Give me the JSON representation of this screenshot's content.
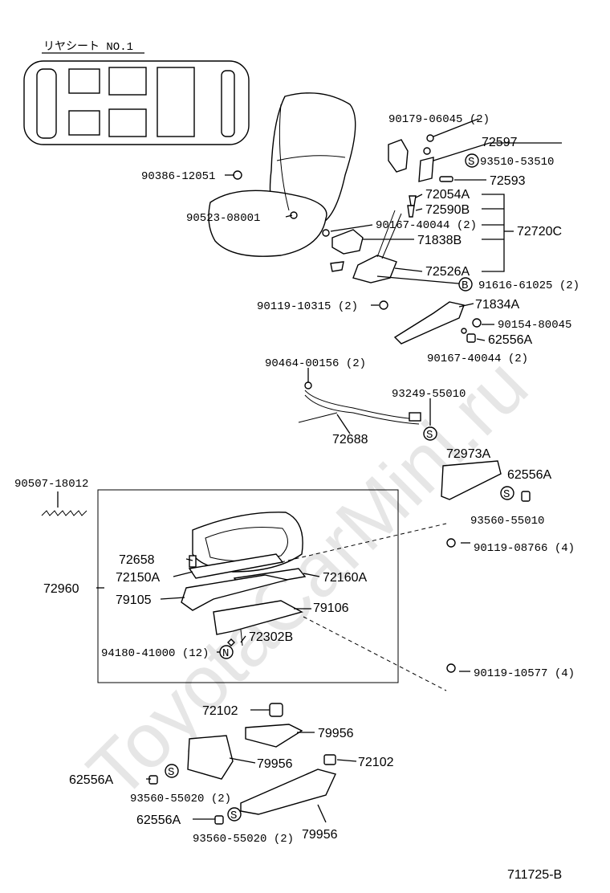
{
  "watermark": "ToyotaCarMini.ru",
  "figure_code": "711725-B",
  "seat_map_title": "リヤシート NO.1",
  "callouts": {
    "c90179": "90179-06045 (2)",
    "c72597": "72597",
    "c93510": "93510-53510",
    "c72593": "72593",
    "c90386": "90386-12051",
    "c72054A": "72054A",
    "c72590B": "72590B",
    "c90523": "90523-08001",
    "c90167a": "90167-40044 (2)",
    "c72720C": "72720C",
    "c71838B": "71838B",
    "c72526A": "72526A",
    "c91616": "91616-61025 (2)",
    "c90119a": "90119-10315 (2)",
    "c71834A": "71834A",
    "c90154": "90154-80045",
    "c62556A_1": "62556A",
    "c90167b": "90167-40044 (2)",
    "c90464": "90464-00156 (2)",
    "c93249": "93249-55010",
    "c72688": "72688",
    "c72973A": "72973A",
    "c62556A_2": "62556A",
    "c90507": "90507-18012",
    "c93560a": "93560-55010",
    "c90119b": "90119-08766 (4)",
    "c72658": "72658",
    "c72150A": "72150A",
    "c72160A": "72160A",
    "c72960": "72960",
    "c79105": "79105",
    "c79106": "79106",
    "c72302B": "72302B",
    "c94180": "94180-41000 (12)",
    "c90119c": "90119-10577 (4)",
    "c72102a": "72102",
    "c79956a": "79956",
    "c79956b": "79956",
    "c72102b": "72102",
    "c62556A_3": "62556A",
    "c93560b": "93560-55020 (2)",
    "c62556A_4": "62556A",
    "c93560c": "93560-55020 (2)",
    "c79956c": "79956"
  },
  "marks": {
    "s": "S",
    "b": "B",
    "n": "N"
  }
}
